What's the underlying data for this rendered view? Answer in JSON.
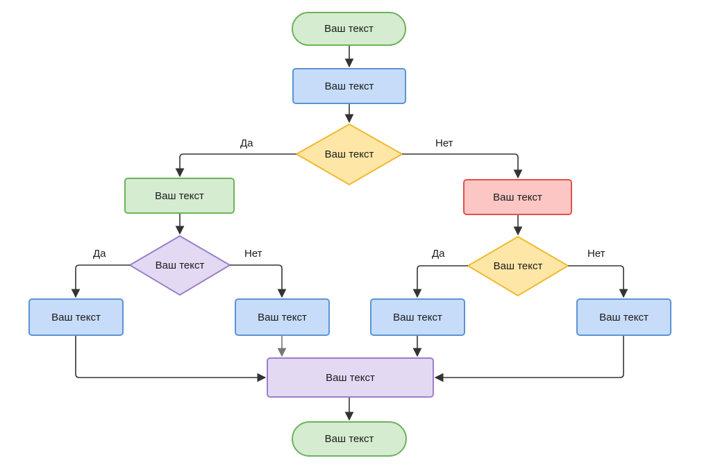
{
  "nodes": {
    "start": "Ваш текст",
    "step1": "Ваш текст",
    "decision1": "Ваш текст",
    "yes_branch": "Ваш текст",
    "no_branch": "Ваш текст",
    "decision2": "Ваш текст",
    "decision3": "Ваш текст",
    "leaf1": "Ваш текст",
    "leaf2": "Ваш текст",
    "leaf3": "Ваш текст",
    "leaf4": "Ваш текст",
    "merge": "Ваш текст",
    "end": "Ваш текст"
  },
  "edge_labels": {
    "d1_yes": "Да",
    "d1_no": "Нет",
    "d2_yes": "Да",
    "d2_no": "Нет",
    "d3_yes": "Да",
    "d3_no": "Нет"
  },
  "colors": {
    "start_end_fill": "#d5ecd0",
    "start_end_stroke": "#6cb25b",
    "process_fill": "#c6dcf8",
    "process_stroke": "#5b93d6",
    "decision_yellow_fill": "#fde6a6",
    "decision_yellow_stroke": "#f0b92f",
    "decision_purple_fill": "#e3d9f3",
    "decision_purple_stroke": "#9a7fc9",
    "alert_fill": "#fbc6c4",
    "alert_stroke": "#e0514c",
    "connector": "#333333"
  }
}
